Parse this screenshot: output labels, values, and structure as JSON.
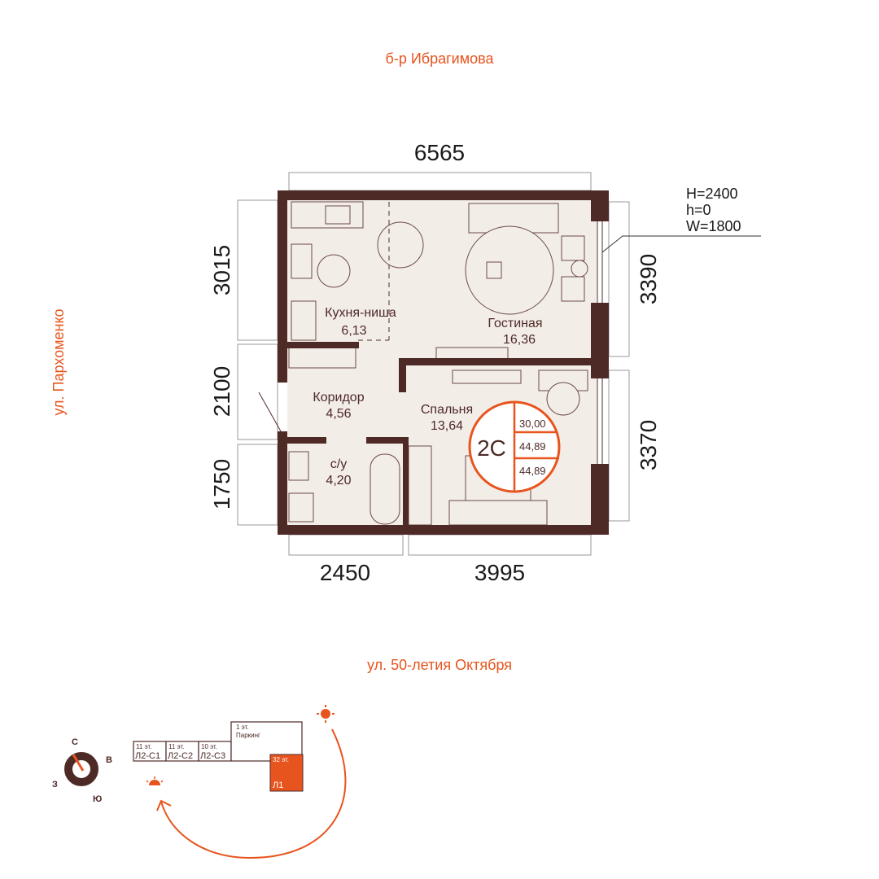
{
  "streets": {
    "top": "б-р Ибрагимова",
    "left": "ул. Пархоменко",
    "bottom": "ул. 50-летия Октября"
  },
  "dimensions": {
    "top": "6565",
    "left_top": "3015",
    "left_middle": "2100",
    "left_bottom": "1750",
    "right_top": "3390",
    "right_bottom": "3370",
    "bottom_left": "2450",
    "bottom_right": "3995"
  },
  "window_spec": {
    "h_total": "H=2400",
    "h_sill": "h=0",
    "width": "W=1800"
  },
  "rooms": [
    {
      "name": "Кухня-ниша",
      "area": "6,13"
    },
    {
      "name": "Гостиная",
      "area": "16,36"
    },
    {
      "name": "Коридор",
      "area": "4,56"
    },
    {
      "name": "Спальня",
      "area": "13,64"
    },
    {
      "name": "с/у",
      "area": "4,20"
    }
  ],
  "apartment_badge": {
    "type": "2С",
    "areas": [
      "30,00",
      "44,89",
      "44,89"
    ]
  },
  "compass": {
    "north": "С",
    "east": "В",
    "south": "Ю",
    "west": "З"
  },
  "site_plan": {
    "blocks": [
      {
        "floors": "11 эт.",
        "label": "Л2-С1"
      },
      {
        "floors": "11 эт.",
        "label": "Л2-С2"
      },
      {
        "floors": "10 эт.",
        "label": "Л2-С3"
      },
      {
        "floors": "1 эт.",
        "label": "Паркинг"
      },
      {
        "floors": "32 эт.",
        "label": "Л1"
      }
    ]
  },
  "colors": {
    "wall": "#4e2a27",
    "floor": "#f3ede8",
    "accent": "#e8541e"
  }
}
